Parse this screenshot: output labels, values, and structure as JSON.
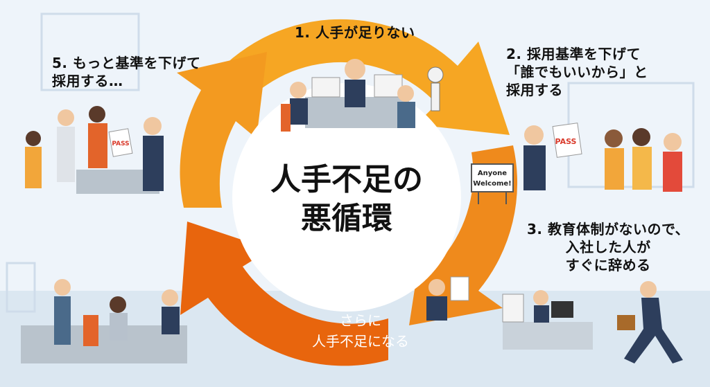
{
  "center": {
    "title": "人手不足の\n悪循環"
  },
  "stages": [
    {
      "label": "1. 人手が足りない"
    },
    {
      "label": "2. 採用基準を下げて\n「誰でもいいから」と\n採用する"
    },
    {
      "label": "3. 教育体制がないので、\n入社した人が\nすぐに辞める"
    },
    {
      "label": "5. もっと基準を下げて\n採用する…"
    }
  ],
  "bottom_arrow": {
    "label": "さらに\n人手不足になる"
  },
  "sign": {
    "line1": "Anyone",
    "line2": "Welcome!"
  },
  "stamps": {
    "pass": "PASS"
  },
  "colors": {
    "arrow_light": "#f6a623",
    "arrow_dark": "#ef7d16",
    "arrow_deep": "#e8650d",
    "background": "#e9f1f8"
  }
}
